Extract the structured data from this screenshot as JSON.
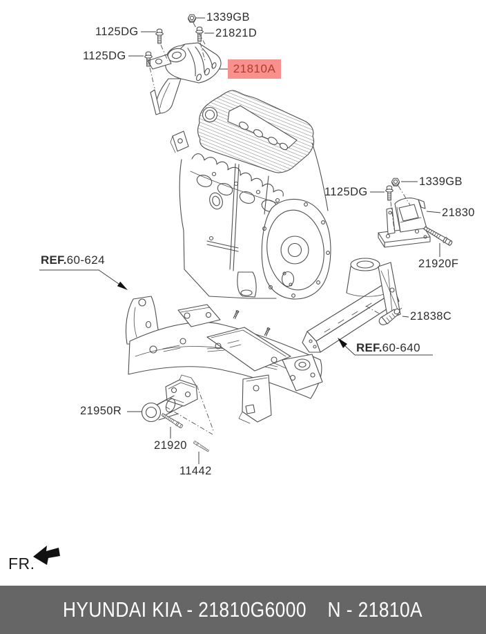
{
  "title": "Engine and transaxle mounting parts diagram",
  "highlight": {
    "bg": "#f8918b",
    "text": "#b23a34",
    "part": "21810A"
  },
  "line_color": "#4d4d4d",
  "callouts": {
    "c1339gb_top": "1339GB",
    "c1125dg_1": "1125DG",
    "c21821d": "21821D",
    "c1125dg_2": "1125DG",
    "c21810a": "21810A",
    "c1339gb_right": "1339GB",
    "c1125dg_3": "1125DG",
    "c21830": "21830",
    "c21920f": "21920F",
    "c21838c": "21838C",
    "c21950r": "21950R",
    "c21920": "21920",
    "c11442": "11442"
  },
  "refs": {
    "ref_60_624": {
      "prefix": "REF.",
      "number": "60-624"
    },
    "ref_60_640": {
      "prefix": "REF.",
      "number": "60-640"
    }
  },
  "front_marker": "FR.",
  "footer": {
    "left": "HYUNDAI  KIA - 21810G6000",
    "right": "N - 21810A",
    "bg": "#666666"
  }
}
